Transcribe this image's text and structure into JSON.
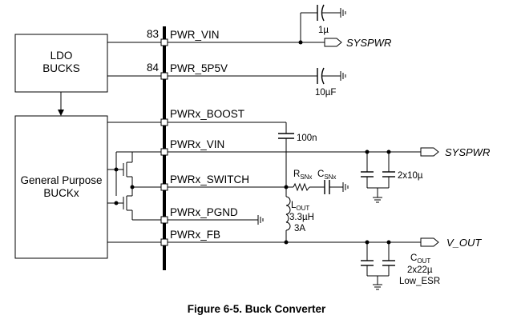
{
  "blocks": {
    "ldo_line1": "LDO",
    "ldo_line2": "BUCKS",
    "gp_line1": "General Purpose",
    "gp_line2": "BUCKx"
  },
  "pins": [
    {
      "number": "83",
      "name": "PWR_VIN"
    },
    {
      "number": "84",
      "name": "PWR_5P5V"
    },
    {
      "number": "",
      "name": "PWRx_BOOST"
    },
    {
      "number": "",
      "name": "PWRx_VIN"
    },
    {
      "number": "",
      "name": "PWRx_SWITCH"
    },
    {
      "number": "",
      "name": "PWRx_PGND"
    },
    {
      "number": "",
      "name": "PWRx_FB"
    }
  ],
  "components": {
    "c_vin_top": "1µ",
    "c_5p5v": "10µF",
    "c_boost": "100n",
    "r_snx": "R",
    "r_snx_sub": "SNx",
    "c_snx": "C",
    "c_snx_sub": "SNx",
    "l_out": "L",
    "l_out_sub": "OUT",
    "l_value": "3.3µH",
    "l_current": "3A",
    "c_in": "2x10µ",
    "c_out": "C",
    "c_out_sub": "OUT",
    "c_out_value": "2x22µ",
    "c_out_type": "Low_ESR"
  },
  "nets": {
    "syspwr_top": "SYSPWR",
    "syspwr_mid": "SYSPWR",
    "v_out": "V_OUT"
  },
  "caption": "Figure 6-5. Buck Converter"
}
